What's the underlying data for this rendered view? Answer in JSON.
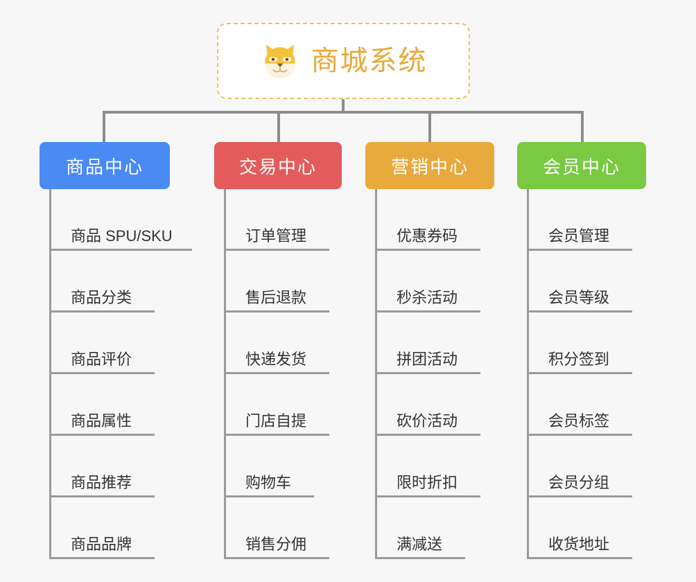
{
  "root": {
    "title": "商城系统",
    "logo_icon": "shiba-dog-face-icon",
    "border_color": "#f0c060",
    "title_color": "#e8a93d",
    "background": "#ffffff"
  },
  "canvas": {
    "background": "#f7f7f7",
    "connector_color": "#8d8d8d",
    "rule_color": "#9a9a9a",
    "leaf_text_color": "#333333"
  },
  "branches": [
    {
      "label": "商品中心",
      "color": "#4a8af4",
      "items": [
        "商品 SPU/SKU",
        "商品分类",
        "商品评价",
        "商品属性",
        "商品推荐",
        "商品品牌"
      ]
    },
    {
      "label": "交易中心",
      "color": "#e35b5b",
      "items": [
        "订单管理",
        "售后退款",
        "快递发货",
        "门店自提",
        "购物车",
        "销售分佣"
      ]
    },
    {
      "label": "营销中心",
      "color": "#e8a93d",
      "items": [
        "优惠券码",
        "秒杀活动",
        "拼团活动",
        "砍价活动",
        "限时折扣",
        "满减送"
      ]
    },
    {
      "label": "会员中心",
      "color": "#7ac943",
      "items": [
        "会员管理",
        "会员等级",
        "积分签到",
        "会员标签",
        "会员分组",
        "收货地址"
      ]
    }
  ]
}
